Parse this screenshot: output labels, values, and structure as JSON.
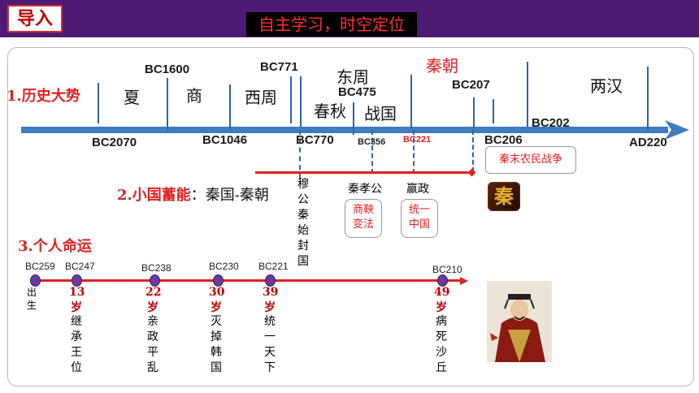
{
  "header": {
    "intro_label": "导入",
    "banner": "自主学习，时空定位"
  },
  "section1": {
    "label": "1.历史大势",
    "dynasties": {
      "xia": "夏",
      "shang": "商",
      "xizhou": "西周",
      "dongzhou": "东周",
      "chunqiu": "春秋",
      "zhanguo": "战国",
      "qin": "秦朝",
      "lianghan": "两汉"
    },
    "years_top": {
      "bc1600": "BC1600",
      "bc771": "BC771",
      "bc475": "BC475",
      "bc207": "BC207",
      "bc202": "BC202"
    },
    "years_bottom": {
      "bc2070": "BC2070",
      "bc1046": "BC1046",
      "bc770": "BC770",
      "bc356": "BC356",
      "bc221": "BC221",
      "bc206": "BC206",
      "ad220": "AD220"
    },
    "war_box": "秦末农民战争"
  },
  "section2": {
    "label": "2.小国蓄能",
    "suffix": "：秦国-秦朝",
    "mugong": "穆公",
    "shifeng": "秦始封国",
    "xiaogong": "秦孝公",
    "yingzheng": "嬴政",
    "reform_box": "商鞅变法",
    "unify_box": "统一中国",
    "logo_text": "秦"
  },
  "section3": {
    "label": "3.个人命运",
    "events": [
      {
        "year": "BC259",
        "age": "",
        "desc": "出生"
      },
      {
        "year": "BC247",
        "age": "13岁",
        "desc": "继承王位"
      },
      {
        "year": "BC238",
        "age": "22岁",
        "desc": "亲政平乱"
      },
      {
        "year": "BC230",
        "age": "30岁",
        "desc": "灭掉韩国"
      },
      {
        "year": "BC221",
        "age": "39岁",
        "desc": "统一天下"
      },
      {
        "year": "BC210",
        "age": "49岁",
        "desc": "病死沙丘"
      }
    ]
  }
}
